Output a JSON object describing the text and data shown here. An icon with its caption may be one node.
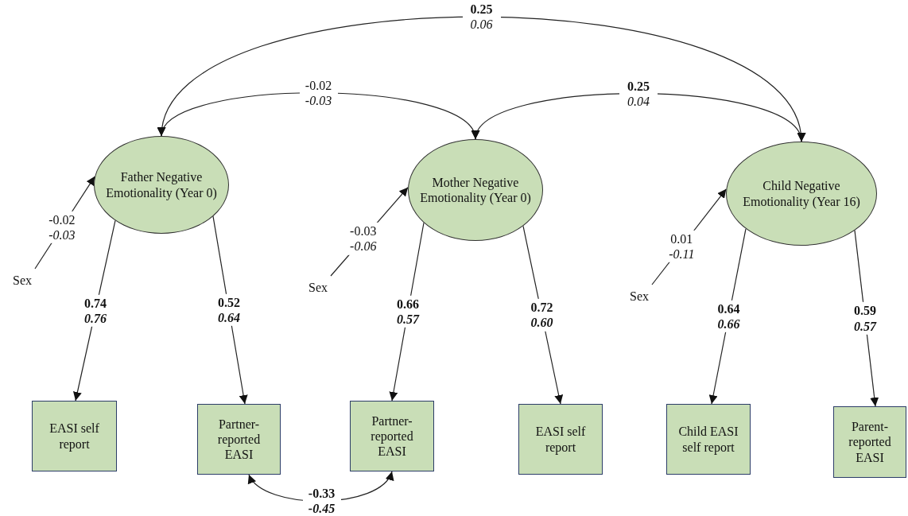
{
  "diagram": {
    "nodes": [
      {
        "text": [
          "Father Negative Emotionality (Year 0)"
        ]
      },
      {
        "text": [
          "Mother Negative Emotionality (Year 0)"
        ]
      },
      {
        "text": [
          "Child Negative Emotionality (Year 16)"
        ]
      },
      {
        "text": [
          "Sex"
        ]
      },
      {
        "text": [
          "Sex"
        ]
      },
      {
        "text": [
          "Sex"
        ]
      },
      {
        "text": [
          "EASI self report"
        ]
      },
      {
        "text": [
          "Partner-reported EASI"
        ]
      },
      {
        "text": [
          "Partner-reported EASI"
        ]
      },
      {
        "text": [
          "EASI self report"
        ]
      },
      {
        "text": [
          "Child EASI self report"
        ]
      },
      {
        "text": [
          "Parent-reported EASI"
        ]
      }
    ],
    "edges": [
      {
        "from": 0,
        "to": 2,
        "arrow": "both",
        "label": "**0.25** *0.06*"
      },
      {
        "from": 0,
        "to": 1,
        "arrow": "both",
        "label": "-0.02 *-0.03*"
      },
      {
        "from": 1,
        "to": 2,
        "arrow": "both",
        "label": "**0.25** *0.04*"
      },
      {
        "from": 3,
        "to": 0,
        "arrow": "to",
        "label": "-0.02 *-0.03*"
      },
      {
        "from": 4,
        "to": 1,
        "arrow": "to",
        "label": "-0.03 *-0.06*"
      },
      {
        "from": 5,
        "to": 2,
        "arrow": "to",
        "label": "0.01 *-0.11*"
      },
      {
        "from": 0,
        "to": 6,
        "arrow": "to",
        "label": "0.74 *0.76*"
      },
      {
        "from": 0,
        "to": 7,
        "arrow": "to",
        "label": "0.52 *0.64*"
      },
      {
        "from": 1,
        "to": 8,
        "arrow": "to",
        "label": "0.66 *0.57*"
      },
      {
        "from": 1,
        "to": 9,
        "arrow": "to",
        "label": "0.72 *0.60*"
      },
      {
        "from": 2,
        "to": 10,
        "arrow": "to",
        "label": "0.64 *0.66*"
      },
      {
        "from": 2,
        "to": 11,
        "arrow": "to",
        "label": "0.59 *0.57*"
      },
      {
        "from": 7,
        "to": 8,
        "arrow": "both",
        "label": "-0.33 *-0.45*"
      }
    ]
  }
}
